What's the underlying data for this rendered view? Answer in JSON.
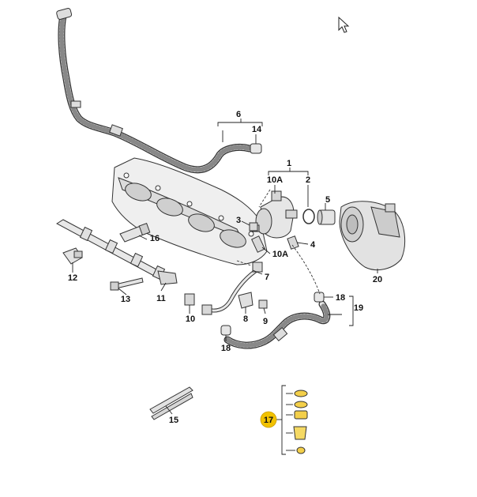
{
  "diagram": {
    "callouts": {
      "c1": "1",
      "c2": "2",
      "c3": "3",
      "c4": "4",
      "c5": "5",
      "c6": "6",
      "c7": "7",
      "c8": "8",
      "c9": "9",
      "c10": "10",
      "c10a_top": "10A",
      "c10a_side": "10A",
      "c11": "11",
      "c12": "12",
      "c13": "13",
      "c14": "14",
      "c15": "15",
      "c16": "16",
      "c17": "17",
      "c18_right": "18",
      "c18_bottom": "18",
      "c19": "19",
      "c20": "20"
    },
    "colors": {
      "highlight": "#f2c200",
      "line": "#222222",
      "part_fill": "#e6e6e6"
    },
    "icons": [
      "mouse-cursor-icon"
    ]
  }
}
